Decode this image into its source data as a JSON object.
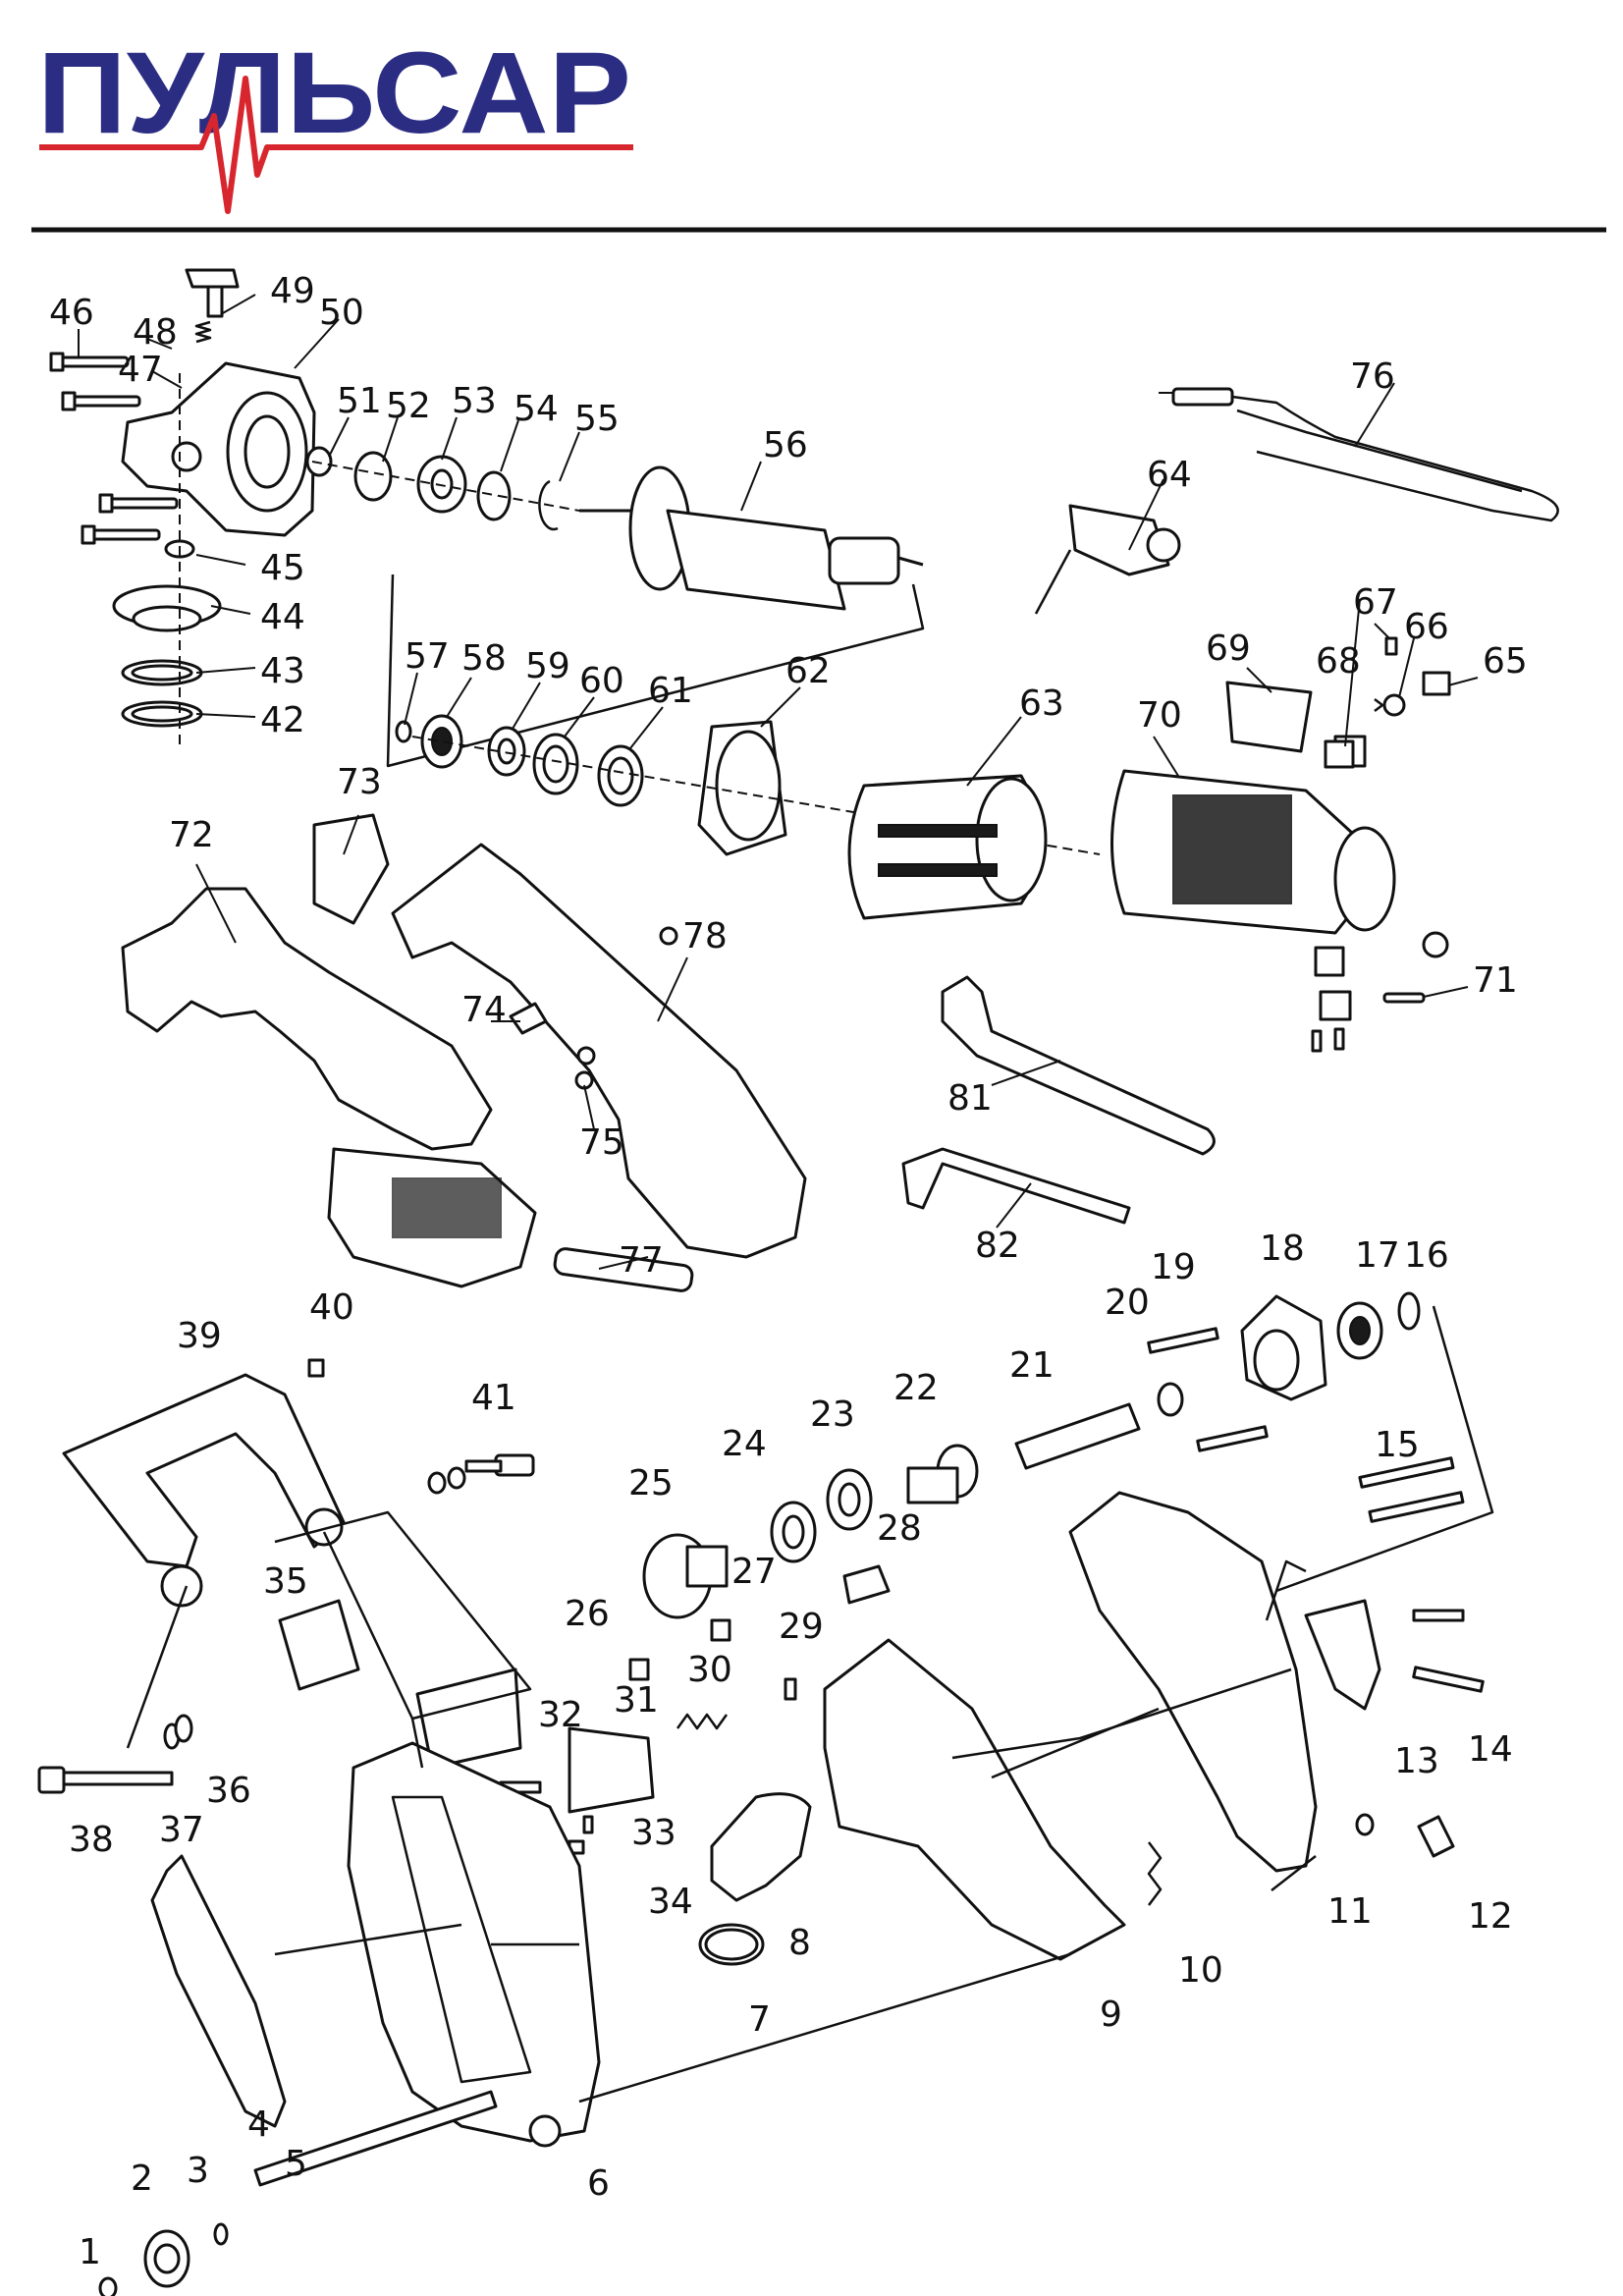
{
  "brand": {
    "logo_text": "ПУЛЬСАР",
    "logo_color": "#2b2d83",
    "accent_color": "#d7262e"
  },
  "callouts": [
    {
      "id": "1",
      "label": "1"
    },
    {
      "id": "2",
      "label": "2"
    },
    {
      "id": "3",
      "label": "3"
    },
    {
      "id": "4",
      "label": "4"
    },
    {
      "id": "5",
      "label": "5"
    },
    {
      "id": "6",
      "label": "6"
    },
    {
      "id": "7",
      "label": "7"
    },
    {
      "id": "8",
      "label": "8"
    },
    {
      "id": "9",
      "label": "9"
    },
    {
      "id": "10",
      "label": "10"
    },
    {
      "id": "11",
      "label": "11"
    },
    {
      "id": "12",
      "label": "12"
    },
    {
      "id": "13",
      "label": "13"
    },
    {
      "id": "14",
      "label": "14"
    },
    {
      "id": "15",
      "label": "15"
    },
    {
      "id": "16",
      "label": "16"
    },
    {
      "id": "17",
      "label": "17"
    },
    {
      "id": "18",
      "label": "18"
    },
    {
      "id": "19",
      "label": "19"
    },
    {
      "id": "20",
      "label": "20"
    },
    {
      "id": "21",
      "label": "21"
    },
    {
      "id": "22",
      "label": "22"
    },
    {
      "id": "23",
      "label": "23"
    },
    {
      "id": "24",
      "label": "24"
    },
    {
      "id": "25",
      "label": "25"
    },
    {
      "id": "26",
      "label": "26"
    },
    {
      "id": "27",
      "label": "27"
    },
    {
      "id": "28",
      "label": "28"
    },
    {
      "id": "29",
      "label": "29"
    },
    {
      "id": "30",
      "label": "30"
    },
    {
      "id": "31",
      "label": "31"
    },
    {
      "id": "32",
      "label": "32"
    },
    {
      "id": "33",
      "label": "33"
    },
    {
      "id": "34",
      "label": "34"
    },
    {
      "id": "35",
      "label": "35"
    },
    {
      "id": "36",
      "label": "36"
    },
    {
      "id": "37",
      "label": "37"
    },
    {
      "id": "38",
      "label": "38"
    },
    {
      "id": "39",
      "label": "39"
    },
    {
      "id": "40",
      "label": "40"
    },
    {
      "id": "41",
      "label": "41"
    },
    {
      "id": "42",
      "label": "42"
    },
    {
      "id": "43",
      "label": "43"
    },
    {
      "id": "44",
      "label": "44"
    },
    {
      "id": "45",
      "label": "45"
    },
    {
      "id": "46",
      "label": "46"
    },
    {
      "id": "47",
      "label": "47"
    },
    {
      "id": "48",
      "label": "48"
    },
    {
      "id": "49",
      "label": "49"
    },
    {
      "id": "50",
      "label": "50"
    },
    {
      "id": "51",
      "label": "51"
    },
    {
      "id": "52",
      "label": "52"
    },
    {
      "id": "53",
      "label": "53"
    },
    {
      "id": "54",
      "label": "54"
    },
    {
      "id": "55",
      "label": "55"
    },
    {
      "id": "56",
      "label": "56"
    },
    {
      "id": "57",
      "label": "57"
    },
    {
      "id": "58",
      "label": "58"
    },
    {
      "id": "59",
      "label": "59"
    },
    {
      "id": "60",
      "label": "60"
    },
    {
      "id": "61",
      "label": "61"
    },
    {
      "id": "62",
      "label": "62"
    },
    {
      "id": "63",
      "label": "63"
    },
    {
      "id": "64",
      "label": "64"
    },
    {
      "id": "65",
      "label": "65"
    },
    {
      "id": "66",
      "label": "66"
    },
    {
      "id": "67",
      "label": "67"
    },
    {
      "id": "68",
      "label": "68"
    },
    {
      "id": "69",
      "label": "69"
    },
    {
      "id": "70",
      "label": "70"
    },
    {
      "id": "71",
      "label": "71"
    },
    {
      "id": "72",
      "label": "72"
    },
    {
      "id": "73",
      "label": "73"
    },
    {
      "id": "74",
      "label": "74"
    },
    {
      "id": "75",
      "label": "75"
    },
    {
      "id": "76",
      "label": "76"
    },
    {
      "id": "77",
      "label": "77"
    },
    {
      "id": "78",
      "label": "78"
    },
    {
      "id": "81",
      "label": "81"
    },
    {
      "id": "82",
      "label": "82"
    }
  ]
}
